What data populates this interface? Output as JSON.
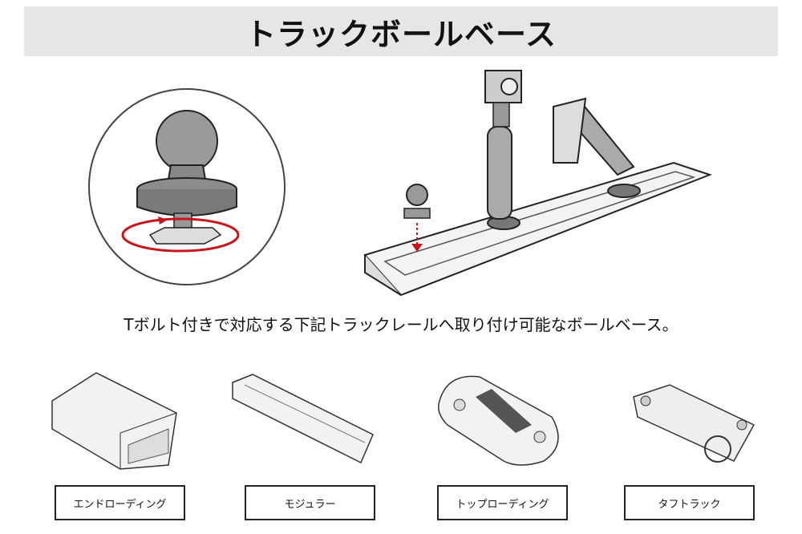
{
  "header": {
    "title": "トラックボールベース"
  },
  "caption": "Tボルト付きで対応する下記トラックレールへ取り付け可能なボールベース。",
  "products": [
    {
      "label": "エンドローディング"
    },
    {
      "label": "モジュラー"
    },
    {
      "label": "トップローディング"
    },
    {
      "label": "タフトラック"
    }
  ],
  "colors": {
    "header_bg": "#e6e6e6",
    "arrow_red": "#c8161d"
  }
}
